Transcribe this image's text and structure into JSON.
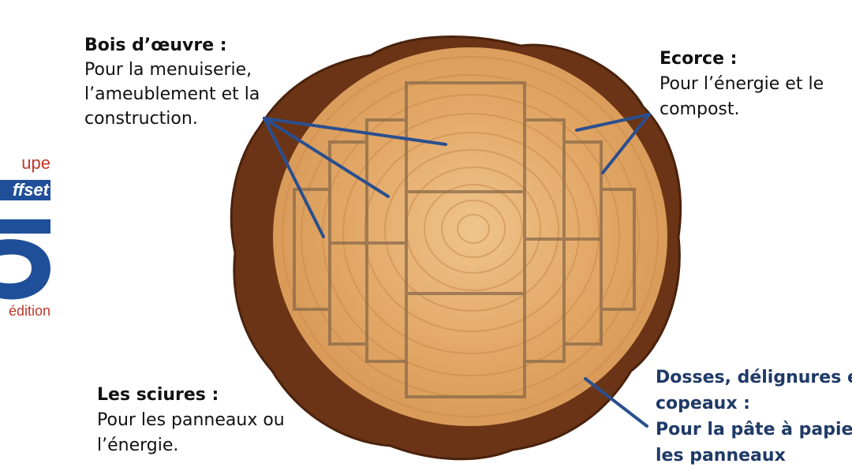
{
  "logo": {
    "line1": "upe",
    "line2": "ffset",
    "line3": "édition"
  },
  "labels": {
    "bois_oeuvre": {
      "heading": "Bois d’œuvre :",
      "lines": [
        "Pour la menuiserie,",
        "l’ameublement et la",
        "construction."
      ]
    },
    "ecorce": {
      "heading": "Ecorce :",
      "lines": [
        "Pour l’énergie et le",
        "compost."
      ]
    },
    "sciures": {
      "heading": "Les sciures :",
      "lines": [
        "Pour les panneaux ou",
        "l’énergie."
      ]
    },
    "dosses": {
      "lines": [
        "Dosses, délignures et",
        "copeaux :",
        "Pour la pâte à papier,",
        "les panneaux"
      ]
    }
  },
  "colors": {
    "arrow": "#2a4f8f",
    "bark": "#6b3416",
    "wood": "#e0a76a",
    "cut_lines": "#8a6a4a"
  }
}
